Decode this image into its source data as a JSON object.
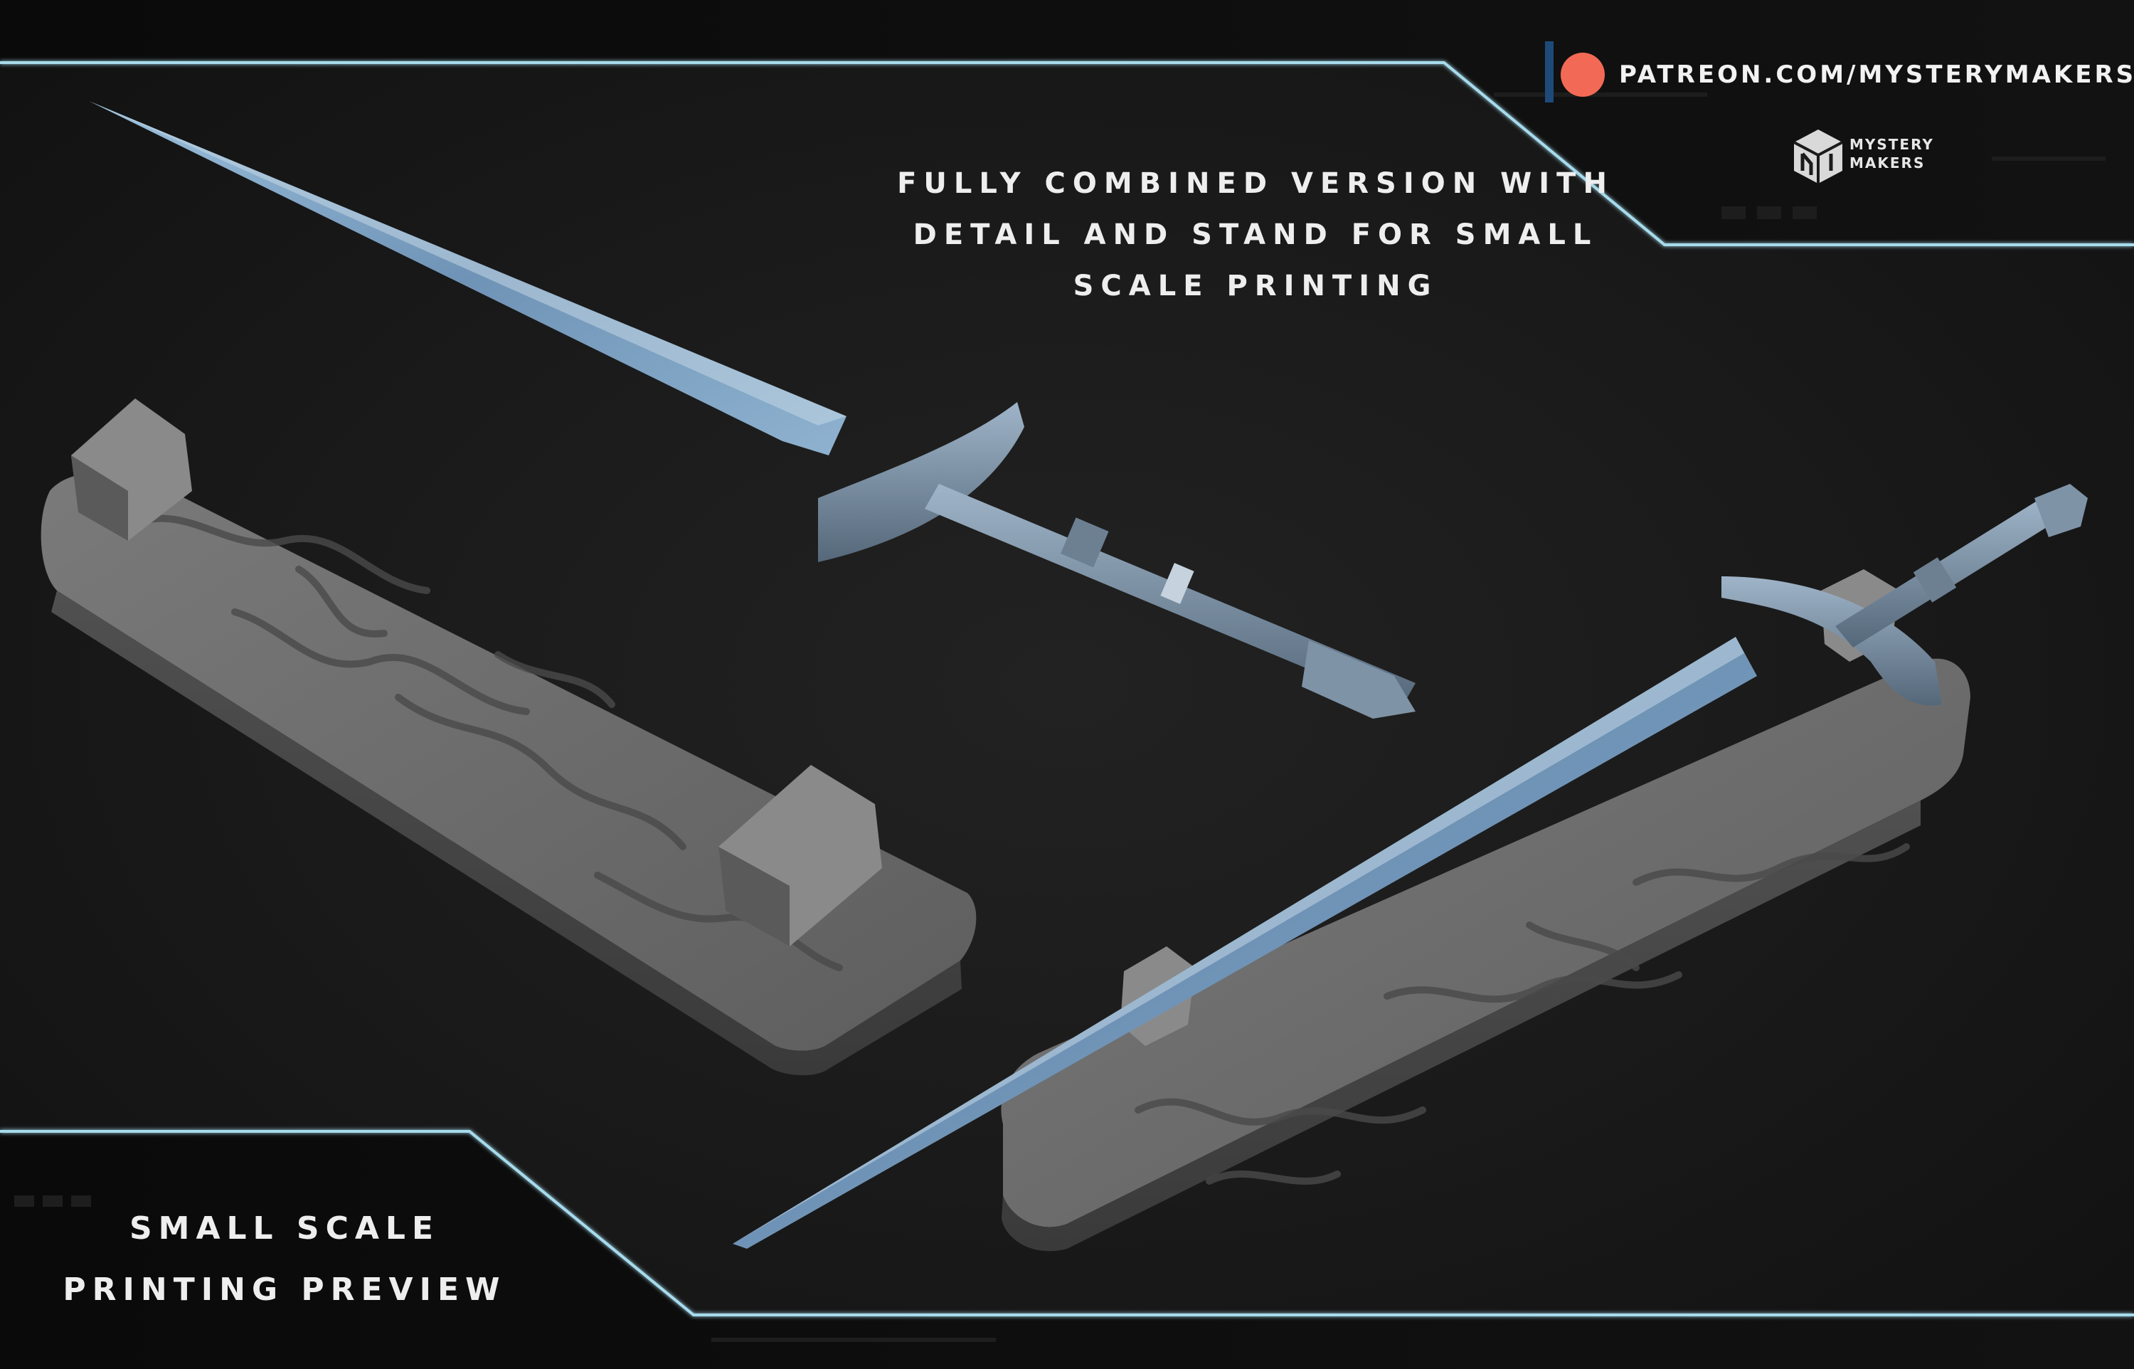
{
  "headline": {
    "line_1": "FULLY COMBINED VERSION WITH",
    "line_2": "DETAIL AND STAND FOR SMALL",
    "line_3": "SCALE PRINTING"
  },
  "patreon": {
    "url": "PATREON.COM/MYSTERYMAKERS",
    "icon": "patreon-logo-icon"
  },
  "brand": {
    "name": "MYSTERY MAKERS",
    "logo_icon": "mystery-makers-cube-logo"
  },
  "preview_label": {
    "line_1": "SMALL SCALE",
    "line_2": "PRINTING PREVIEW"
  },
  "colors": {
    "background": "#1b1b1b",
    "frame_line": "#9fd6e8",
    "panel_dark": "#0b0b0b",
    "patreon_red": "#f26a55",
    "blade": "#7fa2c2",
    "stand": "#6f6f6f"
  }
}
